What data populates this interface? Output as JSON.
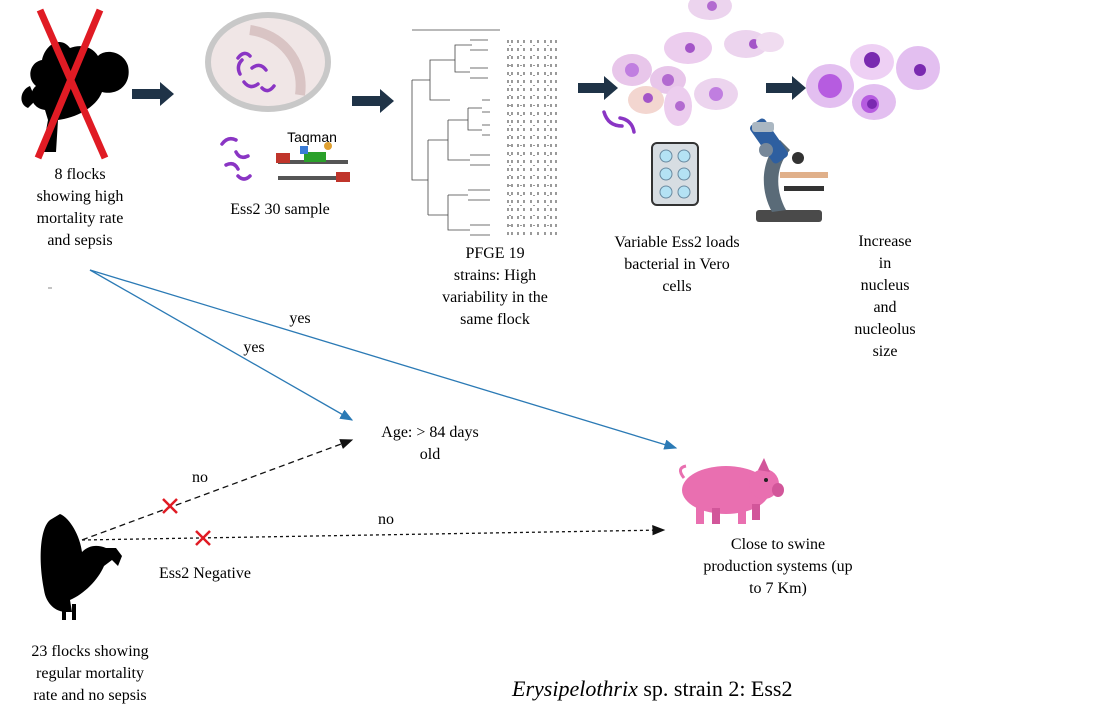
{
  "labels": {
    "high_flocks": [
      "8 flocks",
      "showing high",
      "mortality rate",
      "and sepsis"
    ],
    "ess2_sample": "Ess2 30 sample",
    "taqman": "Taqman",
    "pfge": [
      "PFGE 19",
      "strains: High",
      "variability  in the",
      "same flock"
    ],
    "vero": [
      "Variable  Ess2 loads",
      "bacterial in Vero",
      "cells"
    ],
    "increase": [
      "Increase",
      "in",
      "nucleus",
      "and",
      "nucleolus",
      "size"
    ],
    "age": [
      "Age:  > 84 days",
      "old"
    ],
    "swine": [
      "Close to swine",
      "production systems (up",
      "to 7 Km)"
    ],
    "ess2_negative": "Ess2 Negative",
    "regular_flocks": [
      "23 flocks showing",
      "regular mortality",
      "rate and no sepsis"
    ],
    "caption_species": "Erysipelothrix",
    "caption_rest": " sp. strain 2: Ess2"
  },
  "edges": {
    "yes_age": "yes",
    "yes_swine": "yes",
    "no_age": "no",
    "no_swine": "no"
  },
  "colors": {
    "cross": "#e01b24",
    "arrow_blue": "#2b7ab5",
    "arrow_dark": "#1f3347",
    "bacteria": "#8a35c4",
    "pig": "#e96fb0",
    "cell": "#d59be8"
  }
}
